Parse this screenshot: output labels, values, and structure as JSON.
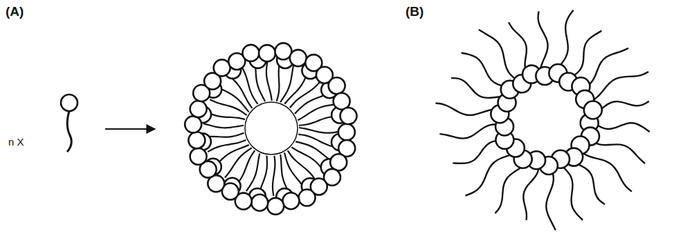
{
  "diagram": {
    "labels": [
      "(A)",
      "n X",
      "(B)"
    ]
  }
}
